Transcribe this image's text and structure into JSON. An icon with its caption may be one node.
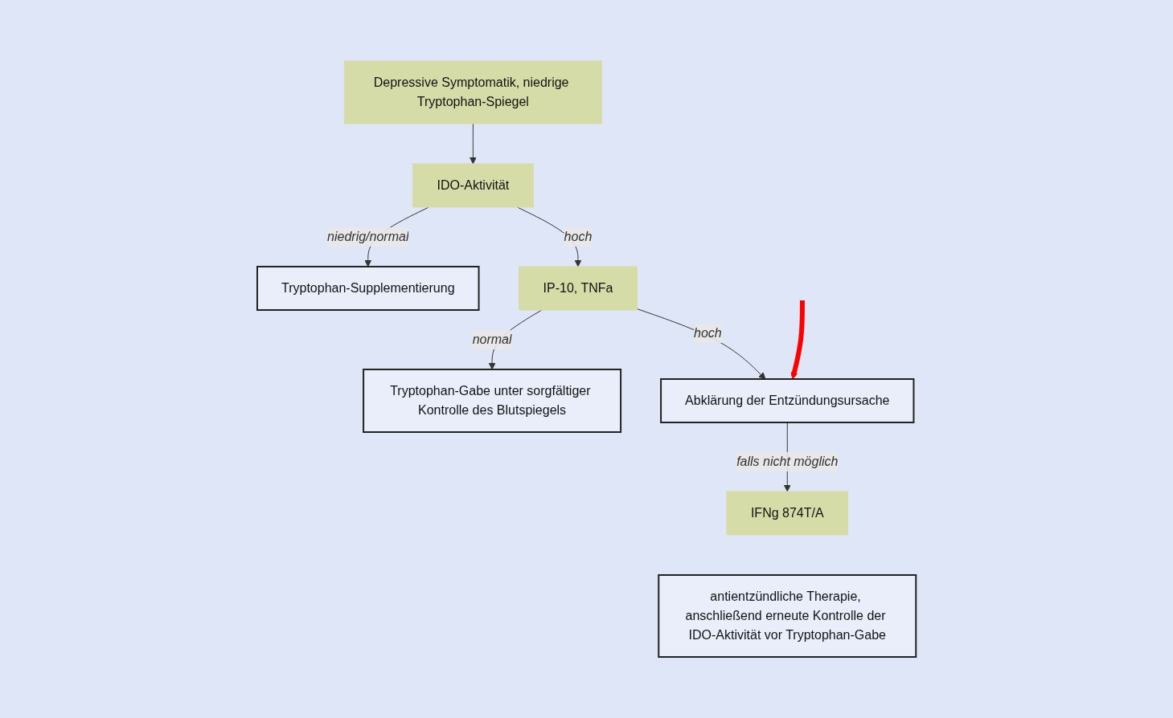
{
  "diagram": {
    "nodes": [
      {
        "text": [
          "Depressive Symptomatik, niedrige Tryptophan-Spiegel"
        ]
      },
      {
        "text": [
          "IDO-Aktivität"
        ]
      },
      {
        "text": [
          "Tryptophan-Supplementierung"
        ]
      },
      {
        "text": [
          "IP-10, TNFa"
        ]
      },
      {
        "text": [
          "Tryptophan-Gabe unter sorgfältiger Kontrolle des Blutspiegels"
        ]
      },
      {
        "text": [
          "Abklärung der Entzündungsursache"
        ]
      },
      {
        "text": [
          "IFNg 874T/A"
        ]
      },
      {
        "text": [
          "antientzündliche Therapie, anschließend erneute Kontrolle der IDO-Aktivität vor Tryptophan-Gabe"
        ]
      }
    ],
    "edges": [
      {
        "from": 0,
        "to": 1,
        "arrow": "to"
      },
      {
        "from": 1,
        "to": 2,
        "arrow": "to",
        "label": "niedrig/normal"
      },
      {
        "from": 1,
        "to": 3,
        "arrow": "to",
        "label": "hoch"
      },
      {
        "from": 3,
        "to": 4,
        "arrow": "to",
        "label": "normal"
      },
      {
        "from": 3,
        "to": 5,
        "arrow": "to",
        "label": "hoch"
      },
      {
        "from": 5,
        "to": 6,
        "arrow": "to",
        "label": "falls nicht möglich"
      },
      {
        "from": null,
        "to": 5,
        "arrow": "to",
        "style": "thick",
        "color": "#ff0000"
      }
    ]
  }
}
